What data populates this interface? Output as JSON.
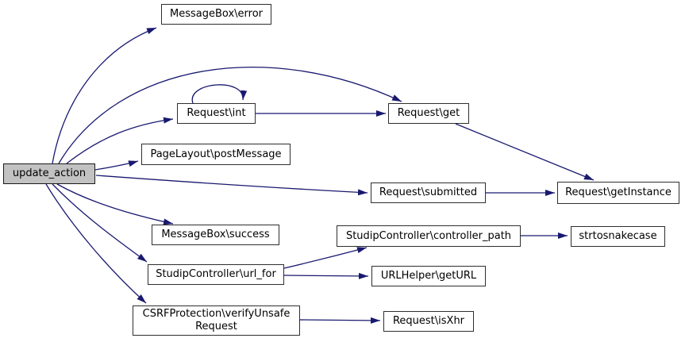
{
  "graph": {
    "type": "call-graph",
    "colors": {
      "edge": "#191970",
      "node_border": "#2e2e2e",
      "node_fill": "#ffffff",
      "highlight_fill": "#c2c2c2",
      "text": "#000000"
    },
    "nodes": [
      {
        "id": "update_action",
        "label": "update_action",
        "highlighted": true
      },
      {
        "id": "messagebox_error",
        "label": "MessageBox\\error"
      },
      {
        "id": "request_int",
        "label": "Request\\int"
      },
      {
        "id": "request_get",
        "label": "Request\\get"
      },
      {
        "id": "pagelayout_postmessage",
        "label": "PageLayout\\postMessage"
      },
      {
        "id": "request_submitted",
        "label": "Request\\submitted"
      },
      {
        "id": "request_getinstance",
        "label": "Request\\getInstance"
      },
      {
        "id": "messagebox_success",
        "label": "MessageBox\\success"
      },
      {
        "id": "controller_path",
        "label": "StudipController\\controller_path"
      },
      {
        "id": "strtosnakecase",
        "label": "strtosnakecase"
      },
      {
        "id": "url_for",
        "label": "StudipController\\url_for"
      },
      {
        "id": "urlhelper_geturl",
        "label": "URLHelper\\getURL"
      },
      {
        "id": "csrf_verify",
        "label": "CSRFProtection\\verifyUnsafe\nRequest"
      },
      {
        "id": "request_isxhr",
        "label": "Request\\isXhr"
      }
    ],
    "edges": [
      {
        "from": "update_action",
        "to": "messagebox_error"
      },
      {
        "from": "update_action",
        "to": "request_get"
      },
      {
        "from": "update_action",
        "to": "request_int"
      },
      {
        "from": "request_int",
        "to": "request_int"
      },
      {
        "from": "request_int",
        "to": "request_get"
      },
      {
        "from": "update_action",
        "to": "pagelayout_postmessage"
      },
      {
        "from": "update_action",
        "to": "request_submitted"
      },
      {
        "from": "request_submitted",
        "to": "request_getinstance"
      },
      {
        "from": "request_get",
        "to": "request_getinstance"
      },
      {
        "from": "update_action",
        "to": "messagebox_success"
      },
      {
        "from": "update_action",
        "to": "url_for"
      },
      {
        "from": "update_action",
        "to": "csrf_verify"
      },
      {
        "from": "url_for",
        "to": "controller_path"
      },
      {
        "from": "url_for",
        "to": "urlhelper_geturl"
      },
      {
        "from": "controller_path",
        "to": "strtosnakecase"
      },
      {
        "from": "csrf_verify",
        "to": "request_isxhr"
      }
    ]
  }
}
